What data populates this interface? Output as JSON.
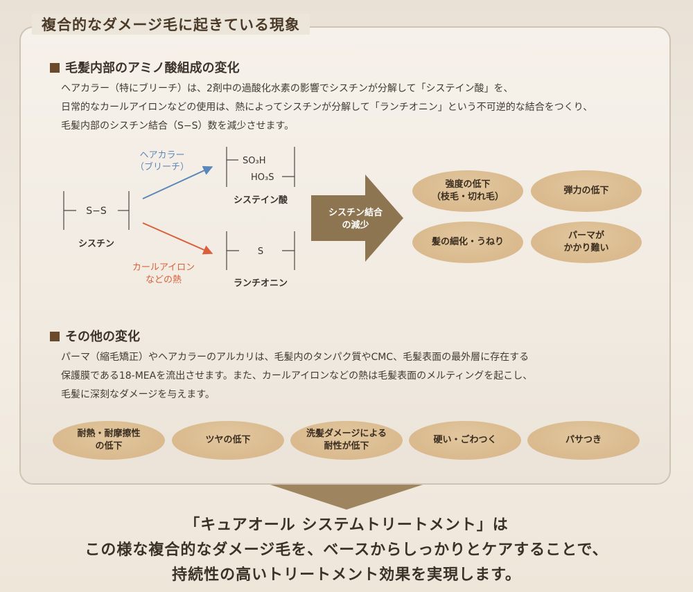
{
  "title": "複合的なダメージ毛に起きている現象",
  "section1": {
    "heading": "毛髪内部のアミノ酸組成の変化",
    "lines": [
      "ヘアカラー（特にブリーチ）は、2剤中の過酸化水素の影響でシスチンが分解して「システイン酸」を、",
      "日常的なカールアイロンなどの使用は、熱によってシスチンが分解して「ランチオニン」という不可逆的な結合をつくり、",
      "毛髪内部のシスチン結合（S−S）数を減少させます。"
    ]
  },
  "diagram": {
    "cystine_formula": "S−S",
    "cystine_label": "シスチン",
    "cysteic_line1": "SO₃H",
    "cysteic_line2": "HO₃S",
    "cysteic_label": "システイン酸",
    "lanthionine_formula": "S",
    "lanthionine_label": "ランチオニン",
    "arrow_up_label1": "ヘアカラー",
    "arrow_up_label2": "（ブリーチ）",
    "arrow_down_label1": "カールアイロン",
    "arrow_down_label2": "などの熱",
    "big_arrow_line1": "シスチン結合",
    "big_arrow_line2": "の減少",
    "results": [
      "強度の低下\n（枝毛・切れ毛）",
      "弾力の低下",
      "髪の細化・うねり",
      "パーマが\nかかり難い"
    ],
    "colors": {
      "up_arrow": "#5b87b8",
      "down_arrow": "#d9603a",
      "big_arrow": "#8e7552"
    }
  },
  "section2": {
    "heading": "その他の変化",
    "lines": [
      "パーマ（縮毛矯正）やヘアカラーのアルカリは、毛髪内のタンパク質やCMC、毛髪表面の最外層に存在する",
      "保護膜である18-MEAを流出させます。また、カールアイロンなどの熱は毛髪表面のメルティングを起こし、",
      "毛髪に深刻なダメージを与えます。"
    ],
    "results": [
      "耐熱・耐摩擦性\nの低下",
      "ツヤの低下",
      "洗髪ダメージによる\n耐性が低下",
      "硬い・ごわつく",
      "パサつき"
    ]
  },
  "bottom": {
    "line1": "「キュアオール システムトリートメント」は",
    "line2": "この様な複合的なダメージ毛を、ベースからしっかりとケアすることで、",
    "line3": "持続性の高いトリートメント効果を実現します。"
  }
}
